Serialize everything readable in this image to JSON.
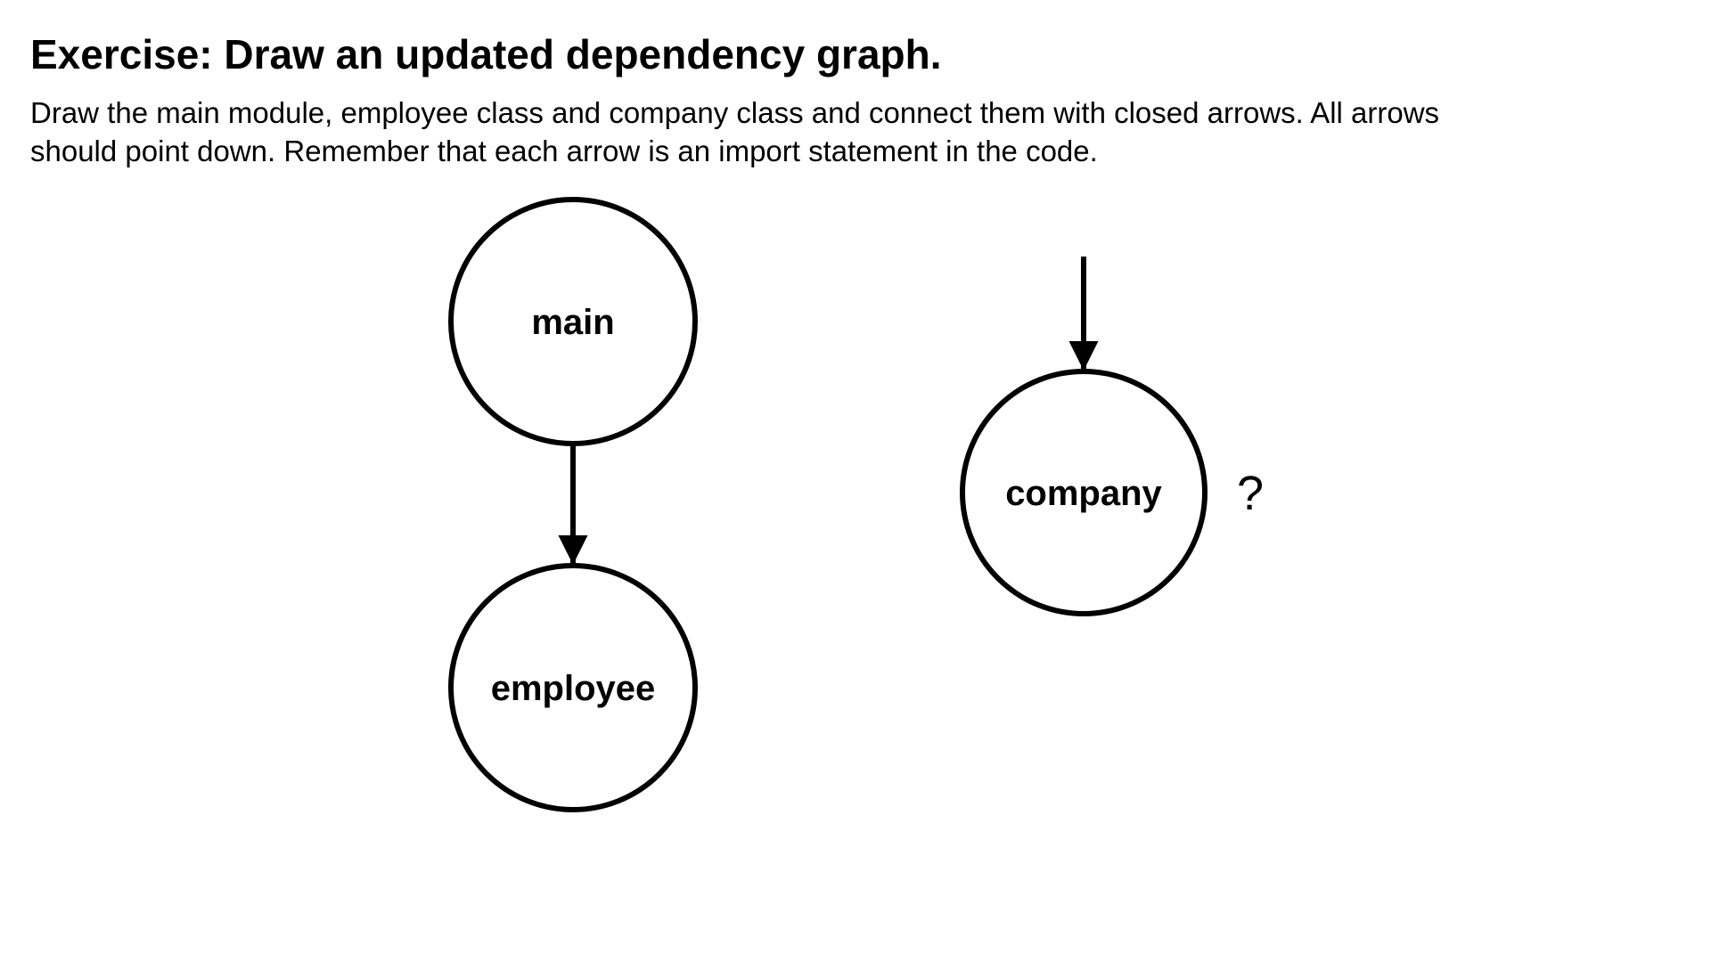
{
  "title": "Exercise: Draw an updated dependency graph.",
  "instructions": {
    "line1": "Draw the main module, employee class and company class and connect them with closed arrows. All arrows",
    "line2": "should point down. Remember that each arrow is an import statement in the code."
  },
  "diagram": {
    "nodes": [
      {
        "id": "main",
        "label": "main"
      },
      {
        "id": "employee",
        "label": "employee"
      },
      {
        "id": "company",
        "label": "company"
      }
    ],
    "edges": [
      {
        "from": "main",
        "to": "employee"
      },
      {
        "from": "?",
        "to": "company"
      }
    ],
    "unknown_marker": "?",
    "colors": {
      "stroke": "#000000",
      "fill": "#ffffff"
    }
  }
}
